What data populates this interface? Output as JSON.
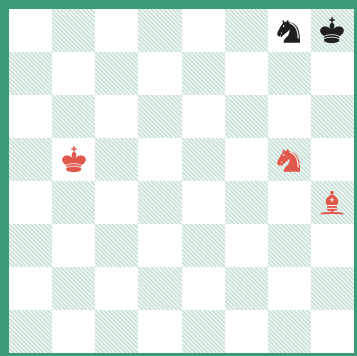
{
  "board": {
    "files": 8,
    "ranks": 8,
    "light_color": "#ffffff",
    "dark_color": "#3a9b74",
    "frame_color": "#3a9b74"
  },
  "pieces": [
    {
      "name": "black-knight",
      "color": "black",
      "type": "knight",
      "square": "g8",
      "fill": "#1f1f1f"
    },
    {
      "name": "black-king",
      "color": "black",
      "type": "king",
      "square": "h8",
      "fill": "#1f1f1f"
    },
    {
      "name": "red-king",
      "color": "red",
      "type": "king",
      "square": "b5",
      "fill": "#e0574b"
    },
    {
      "name": "red-knight",
      "color": "red",
      "type": "knight",
      "square": "g5",
      "fill": "#e0574b"
    },
    {
      "name": "red-bishop",
      "color": "red",
      "type": "bishop",
      "square": "h4",
      "fill": "#e0574b"
    }
  ]
}
